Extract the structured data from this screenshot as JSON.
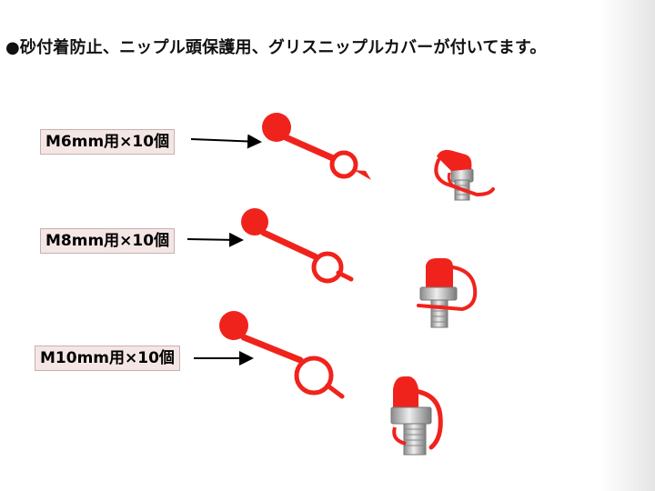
{
  "headline": "●砂付着防止、ニップル頭保護用、グリスニップルカバーが付いてます。",
  "labels": [
    {
      "text": "M6mm用×10個"
    },
    {
      "text": "M8mm用×10個"
    },
    {
      "text": "M10mm用×10個"
    }
  ],
  "colors": {
    "cap_red": "#f0231c",
    "cap_dark": "#c8140f",
    "metal": "#c7c7c7",
    "metal_dark": "#8a8a8a",
    "label_bg": "#f5e6e6"
  }
}
